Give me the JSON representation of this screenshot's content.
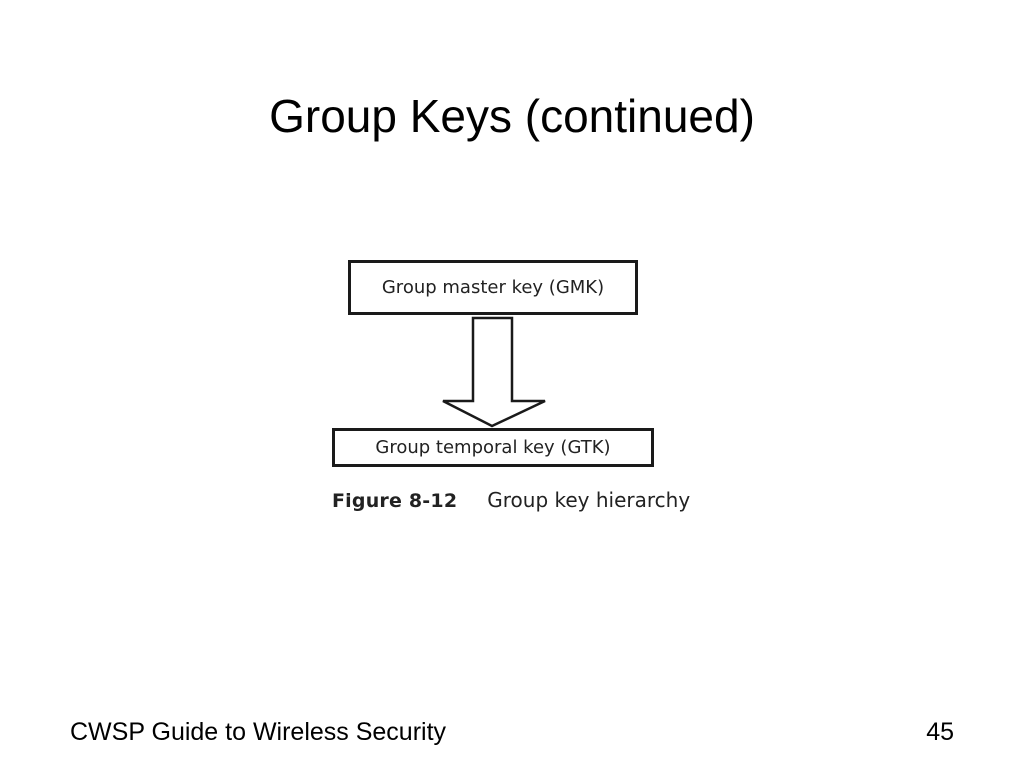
{
  "slide": {
    "title": "Group Keys (continued)",
    "footer_left": "CWSP Guide to Wireless Security",
    "page_number": "45"
  },
  "diagram": {
    "top_node": "Group master key (GMK)",
    "bottom_node": "Group temporal key (GTK)",
    "edge": {
      "from": "top_node",
      "to": "bottom_node",
      "style": "hollow-block-arrow"
    },
    "figure_label": "Figure 8-12",
    "figure_caption": "Group key hierarchy"
  },
  "colors": {
    "background": "#ffffff",
    "text": "#000000",
    "outline": "#1a1a1a"
  }
}
